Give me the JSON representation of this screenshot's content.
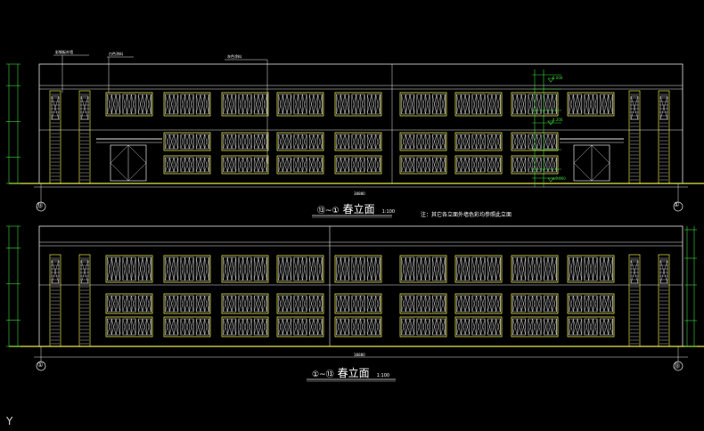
{
  "elevations": [
    {
      "id": "elev-1",
      "title": "春立面",
      "left_axis": "⑬~①",
      "scale": "1:100",
      "axis_start": "⑬",
      "axis_end": "①",
      "overall_dim": "38880",
      "callouts": [
        "彩钢板外墙",
        "白色涂料",
        "灰色涂料"
      ],
      "level_marks": [
        "6.000",
        "4.200",
        "±0.000"
      ],
      "note": "注：其它各立面外墙色彩均参照此立面"
    },
    {
      "id": "elev-2",
      "title": "春立面",
      "left_axis": "①~⑬",
      "scale": "1:100",
      "axis_start": "①",
      "axis_end": "⑬",
      "overall_dim": "38880"
    }
  ],
  "colors": {
    "background": "#000000",
    "line_white": "#e8e8e8",
    "line_yellow": "#e6e64a",
    "line_green": "#3cdc3c",
    "line_magenta": "#d060d0",
    "text": "#ffffff"
  },
  "ucs_icon": "ucs-y-icon"
}
